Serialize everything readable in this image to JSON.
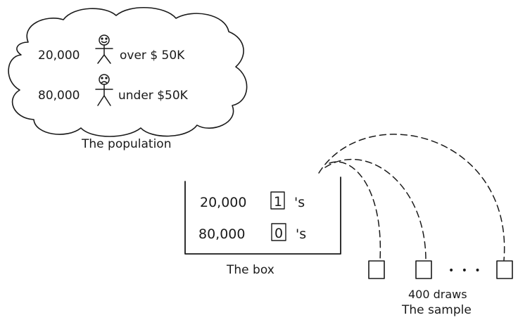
{
  "population": {
    "caption": "The population",
    "rows": [
      {
        "count": "20,000",
        "label": "over $ 50K",
        "figure": "smiling-stick-figure-icon"
      },
      {
        "count": "80,000",
        "label": "under $50K",
        "figure": "frowning-stick-figure-icon"
      }
    ]
  },
  "box": {
    "caption": "The box",
    "rows": [
      {
        "count": "20,000",
        "ticket": "1",
        "suffix": "'s"
      },
      {
        "count": "80,000",
        "ticket": "0",
        "suffix": "'s"
      }
    ]
  },
  "sample": {
    "draws_label": "400 draws",
    "caption": "The sample",
    "ellipsis": "• • •"
  }
}
